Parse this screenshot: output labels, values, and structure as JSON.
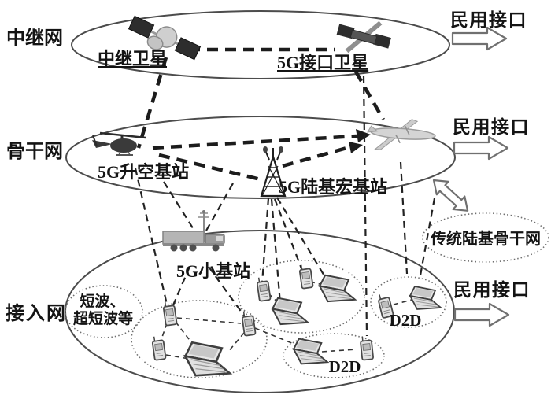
{
  "figure": {
    "title_labels": {
      "relay_layer": "中继网",
      "backbone_layer": "骨干网",
      "access_layer": "接入网"
    },
    "nodes": {
      "relay_satellite": "中继卫星",
      "interface_satellite": "5G接口卫星",
      "aerial_base": "5G升空基站",
      "ground_macro_base": "5G陆基宏基站",
      "small_base": "5G小基站"
    },
    "groups": {
      "shortwave_line1": "短波、",
      "shortwave_line2": "超短波等",
      "traditional_backbone": "传统陆基骨干网",
      "d2d_bottom": "D2D",
      "d2d_right": "D2D"
    },
    "interfaces": {
      "civil_top": "民用接口",
      "civil_middle": "民用接口",
      "civil_bottom": "民用接口"
    },
    "colors": {
      "ink": "#1c1c1c",
      "ellipse_outline": "#4c4c4c",
      "dotted_outline": "#6f6f6f",
      "arrow_outline": "#707070",
      "device_gray": "#d9d9d9",
      "background": "#ffffff"
    }
  }
}
